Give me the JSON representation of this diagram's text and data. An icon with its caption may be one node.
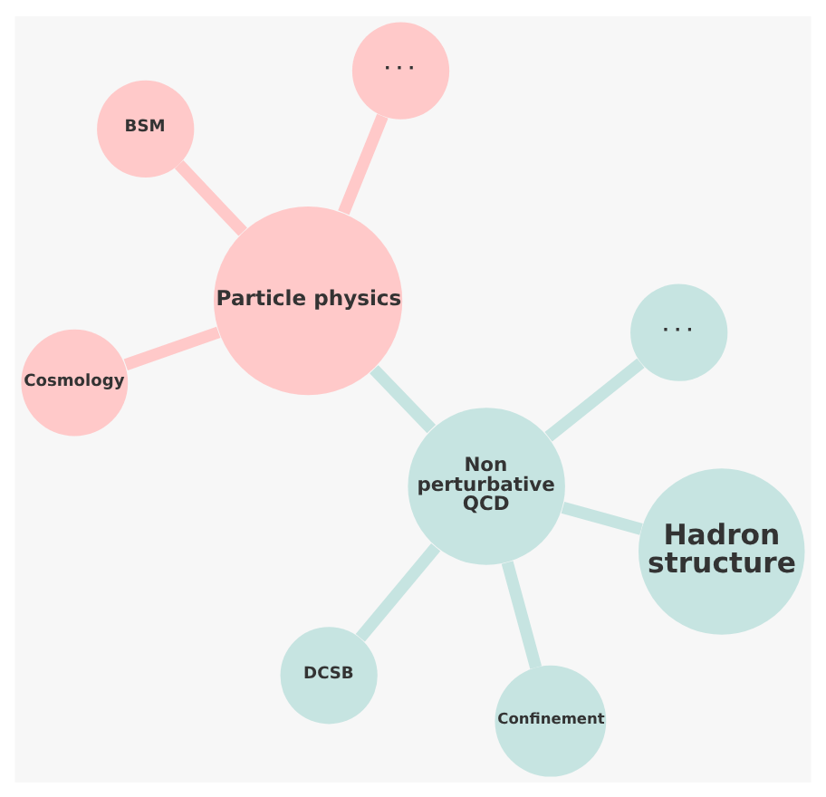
{
  "diagram": {
    "nodes": [
      {
        "text": [
          "Particle physics"
        ]
      },
      {
        "text": [
          "· · ·"
        ]
      },
      {
        "text": [
          "Cosmology"
        ]
      },
      {
        "text": [
          "BSM"
        ]
      },
      {
        "text": [
          "Non perturbative QCD"
        ]
      },
      {
        "text": [
          "· · ·"
        ]
      },
      {
        "text": [
          "DCSB"
        ]
      },
      {
        "text": [
          "Hadron structure"
        ]
      },
      {
        "text": [
          "Confinement"
        ]
      }
    ],
    "edges": [
      {
        "from": 0,
        "to": 1,
        "arrow": "none"
      },
      {
        "from": 0,
        "to": 2,
        "arrow": "none"
      },
      {
        "from": 0,
        "to": 3,
        "arrow": "none"
      },
      {
        "from": 0,
        "to": 4,
        "arrow": "none"
      },
      {
        "from": 4,
        "to": 5,
        "arrow": "none"
      },
      {
        "from": 4,
        "to": 6,
        "arrow": "none"
      },
      {
        "from": 4,
        "to": 7,
        "arrow": "none"
      },
      {
        "from": 4,
        "to": 8,
        "arrow": "none"
      }
    ]
  }
}
